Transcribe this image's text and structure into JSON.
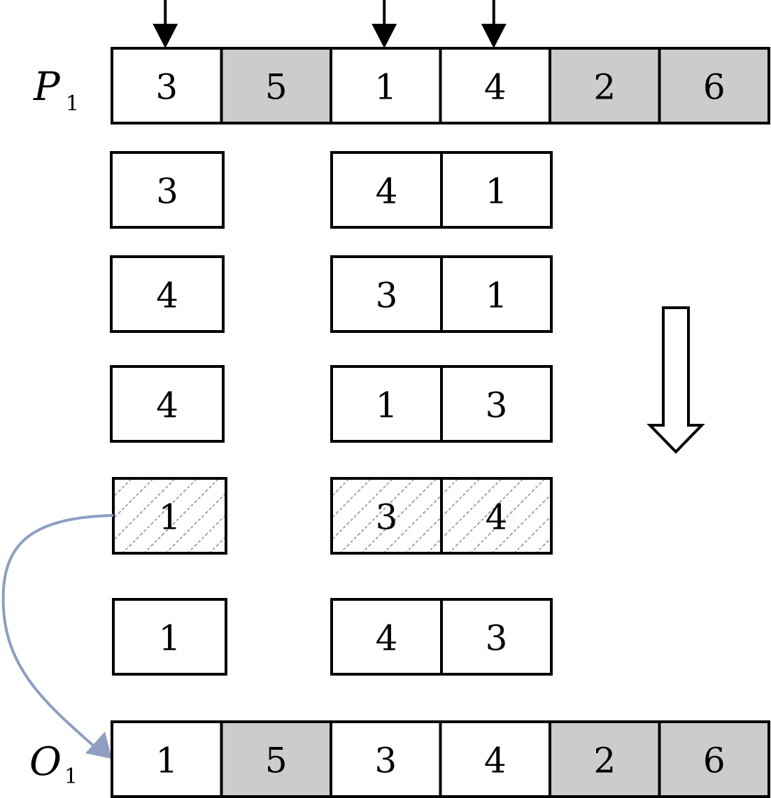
{
  "labels": {
    "parent": {
      "letter": "P",
      "subscript": "1"
    },
    "offspring": {
      "letter": "O",
      "subscript": "1"
    }
  },
  "colors": {
    "white": "#ffffff",
    "gray": "#cccccc",
    "hatch": "#8d9ab8",
    "curve": "#8d9ec0",
    "stroke": "#000000"
  },
  "parent_row": {
    "cells": [
      {
        "value": "3",
        "fill": "white",
        "selected": true
      },
      {
        "value": "5",
        "fill": "gray",
        "selected": false
      },
      {
        "value": "1",
        "fill": "white",
        "selected": true
      },
      {
        "value": "4",
        "fill": "white",
        "selected": true
      },
      {
        "value": "2",
        "fill": "gray",
        "selected": false
      },
      {
        "value": "6",
        "fill": "gray",
        "selected": false
      }
    ]
  },
  "permutations": [
    {
      "left": "3",
      "right": [
        "4",
        "1"
      ],
      "highlighted": false
    },
    {
      "left": "4",
      "right": [
        "3",
        "1"
      ],
      "highlighted": false
    },
    {
      "left": "4",
      "right": [
        "1",
        "3"
      ],
      "highlighted": false
    },
    {
      "left": "1",
      "right": [
        "3",
        "4"
      ],
      "highlighted": true
    },
    {
      "left": "1",
      "right": [
        "4",
        "3"
      ],
      "highlighted": false
    }
  ],
  "offspring_row": {
    "cells": [
      {
        "value": "1",
        "fill": "white"
      },
      {
        "value": "5",
        "fill": "gray"
      },
      {
        "value": "3",
        "fill": "white"
      },
      {
        "value": "4",
        "fill": "white"
      },
      {
        "value": "2",
        "fill": "gray"
      },
      {
        "value": "6",
        "fill": "gray"
      }
    ]
  }
}
